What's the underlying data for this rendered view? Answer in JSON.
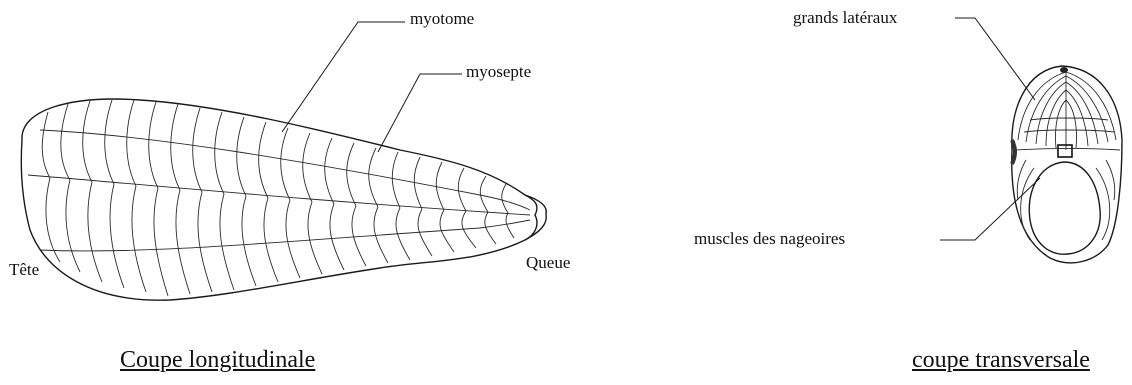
{
  "labels": {
    "myotome": "myotome",
    "myosepte": "myosepte",
    "tete": "Tête",
    "queue": "Queue",
    "grands_lateraux": "grands latéraux",
    "muscles_nageoires": "muscles des nageoires"
  },
  "captions": {
    "longitudinal": "Coupe longitudinale",
    "transversal": "coupe transversale"
  }
}
